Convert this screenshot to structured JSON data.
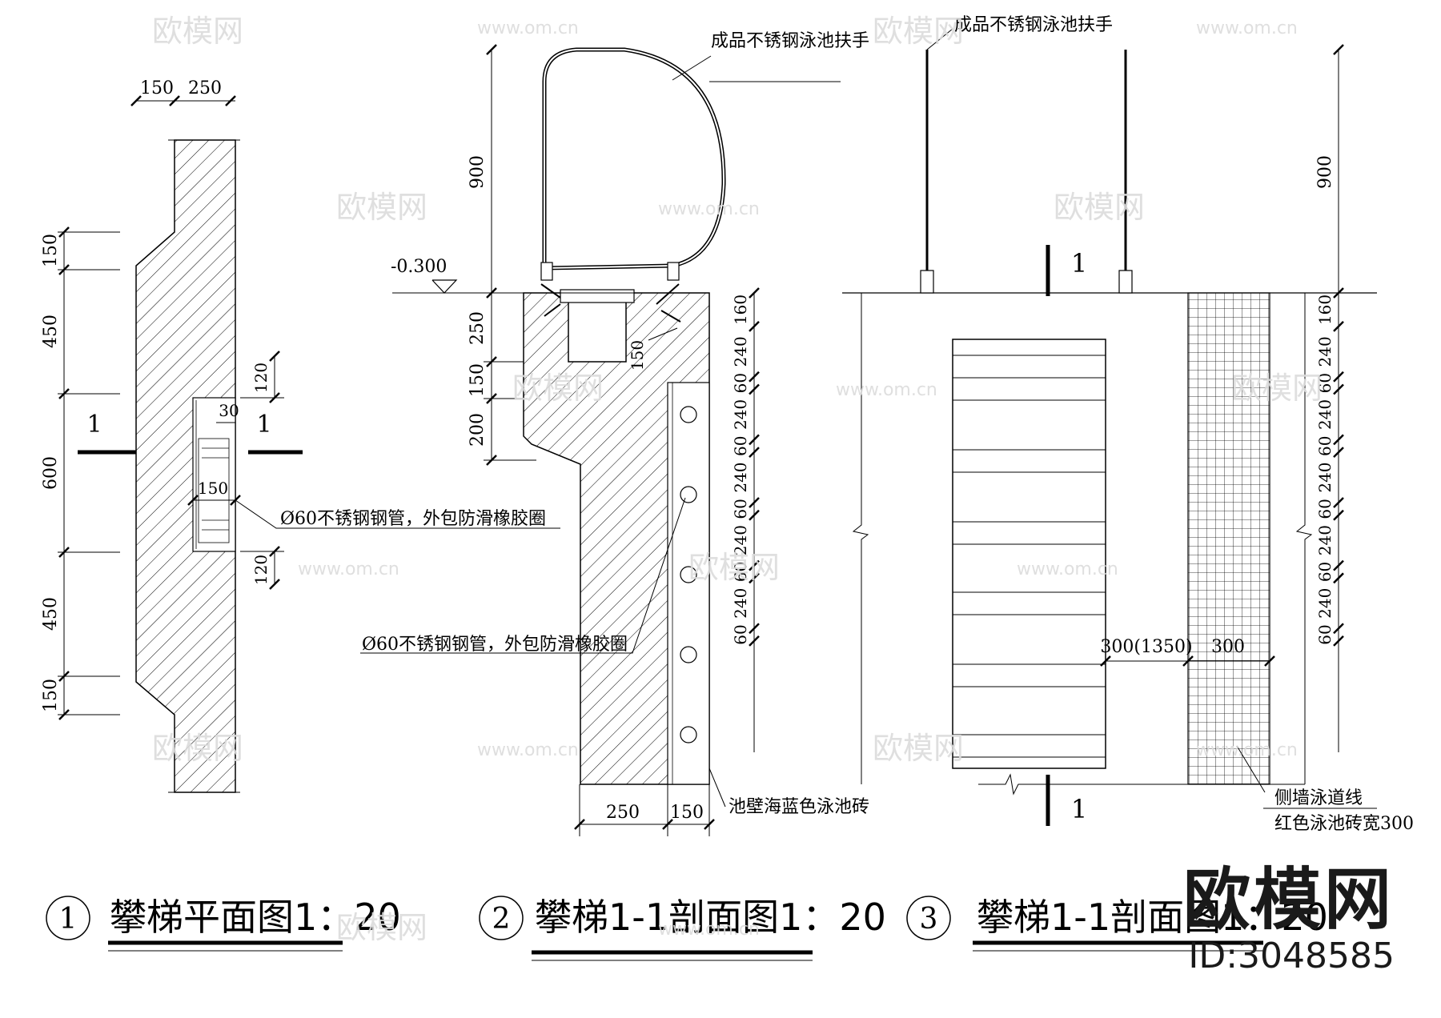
{
  "watermark": {
    "brand": "欧模网",
    "url": "www.om.cn",
    "id": "ID:3048585"
  },
  "view1": {
    "number": "1",
    "title": "攀梯平面图1：20",
    "dims_top": [
      "150",
      "250"
    ],
    "dims_left": [
      "150",
      "450",
      "600",
      "450",
      "150"
    ],
    "dims_right": [
      "120",
      "30",
      "150",
      "120"
    ],
    "section_marks": [
      "1",
      "1"
    ],
    "note_pipe": "Ø60不锈钢钢管，外包防滑橡胶圈"
  },
  "view2": {
    "number": "2",
    "title": "攀梯1-1剖面图1：20",
    "note_handrail": "成品不锈钢泳池扶手",
    "level": "-0.300",
    "dims_left": [
      "900",
      "250",
      "150",
      "200"
    ],
    "dim_inner": "150",
    "dims_right": [
      "160",
      "240",
      "60",
      "240",
      "60",
      "240",
      "60",
      "240",
      "60",
      "240",
      "60"
    ],
    "dims_bottom": [
      "250",
      "150"
    ],
    "note_pipe": "Ø60不锈钢钢管，外包防滑橡胶圈",
    "note_tile": "池壁海蓝色泳池砖"
  },
  "view3": {
    "number": "3",
    "title": "攀梯1-1剖面图1：20",
    "note_handrail": "成品不锈钢泳池扶手",
    "dims_right": [
      "900",
      "160",
      "240",
      "60",
      "240",
      "60",
      "240",
      "60",
      "240",
      "60",
      "240",
      "60"
    ],
    "dim_ladder": "300(1350)",
    "dim_lane": "300",
    "section_marks": [
      "1",
      "1"
    ],
    "note_lane_1": "侧墙泳道线",
    "note_lane_2": "红色泳池砖宽300"
  }
}
